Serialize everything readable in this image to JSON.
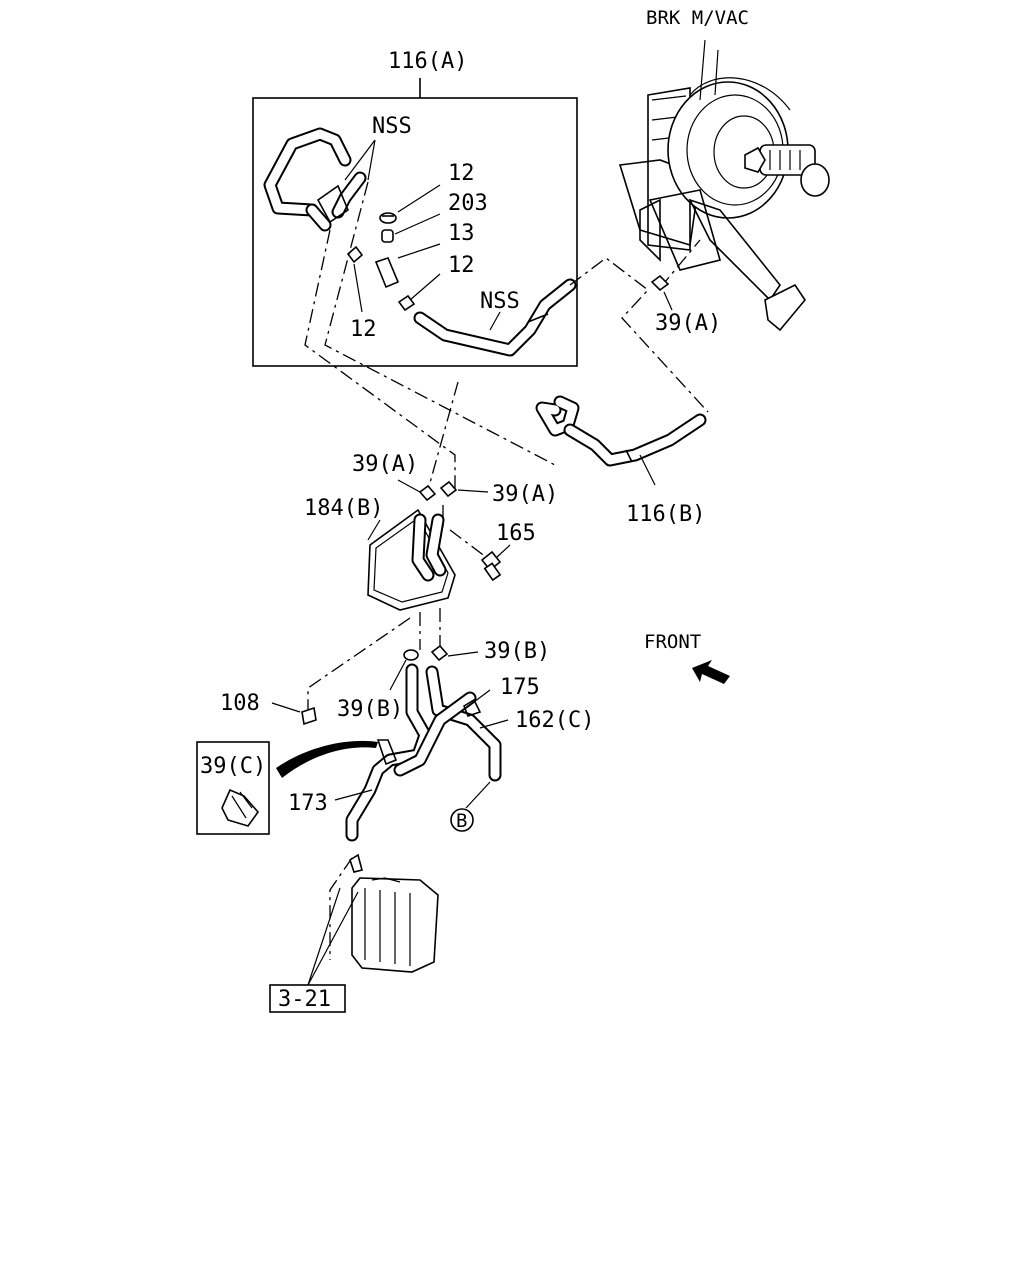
{
  "labels": {
    "brk_mvac": "BRK M/VAC",
    "box_116a": "116(A)",
    "nss_top": "NSS",
    "nss_mid": "NSS",
    "p12_a": "12",
    "p203": "203",
    "p13": "13",
    "p12_b": "12",
    "p12_c": "12",
    "p39a_right": "39(A)",
    "p39a_left": "39(A)",
    "p39a_mid": "39(A)",
    "p116b": "116(B)",
    "p184b": "184(B)",
    "p165": "165",
    "front": "FRONT",
    "p39b_right": "39(B)",
    "p175": "175",
    "p108": "108",
    "p39b_left": "39(B)",
    "p162c": "162(C)",
    "p39c": "39(C)",
    "p173": "173",
    "ref_b": "B",
    "ref_321": "3-21"
  }
}
